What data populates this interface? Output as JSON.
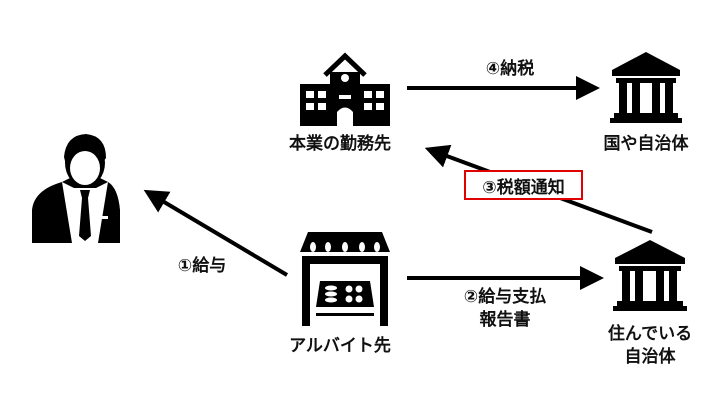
{
  "nodes": {
    "main_employer": "本業の勤務先",
    "government": "国や自治体",
    "part_time": "アルバイト先",
    "local_gov_line1": "住んでいる",
    "local_gov_line2": "自治体"
  },
  "arrows": {
    "salary": "①給与",
    "report_line1": "②給与支払",
    "report_line2": "報告書",
    "tax_notice": "③税額通知",
    "tax_payment": "④納税"
  },
  "colors": {
    "highlight": "#e00000",
    "ink": "#000000"
  }
}
